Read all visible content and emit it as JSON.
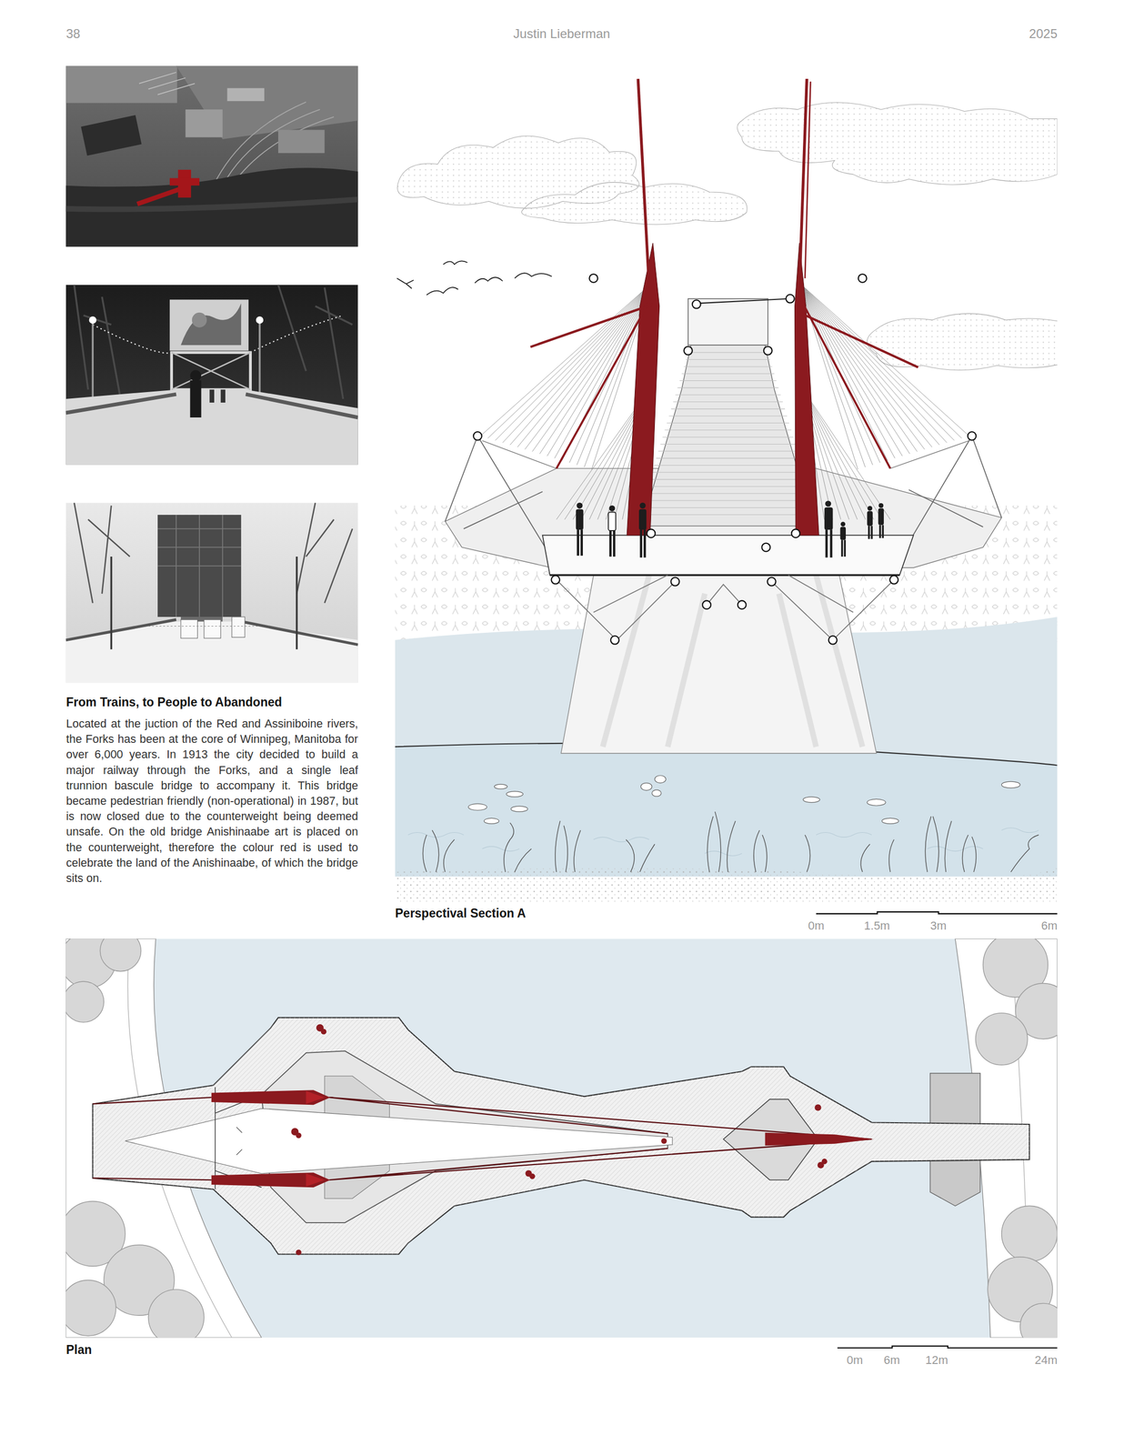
{
  "diagram": {
    "title": "From Trains, to People to Abandoned",
    "labels": [
      "38",
      "Justin Lieberman",
      "2025",
      "Located at the juction of the Red and Assiniboine rivers, the Forks has been at the core of Winnipeg, Manitoba for over 6,000 years. In 1913 the city decided to build a major railway through the Forks, and a single leaf trunnion bascule bridge to accompany it. This bridge became pedestrian friendly (non-operational) in 1987, but is now closed due to the counterweight being deemed unsafe. On the old bridge Anishinaabe art is placed on the counterweight, therefore the colour red is used to celebrate the land of the Anishinaabe, of which the bridge sits on.",
      "Perspectival Section A",
      "0m",
      "1.5m",
      "3m",
      "6m",
      "Plan",
      "0m",
      "6m",
      "12m",
      "24m"
    ]
  }
}
